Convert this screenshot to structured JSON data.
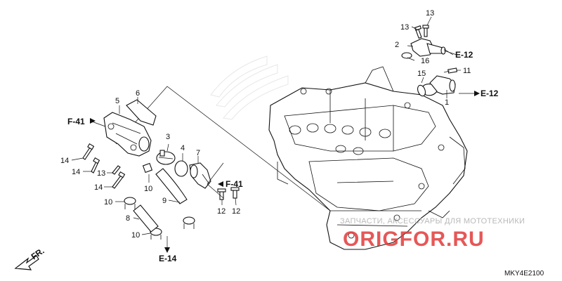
{
  "callouts": {
    "p1": "1",
    "p2": "2",
    "p3": "3",
    "p4": "4",
    "p5": "5",
    "p6": "6",
    "p7": "7",
    "p8": "8",
    "p9": "9",
    "p10a": "10",
    "p10b": "10",
    "p10c": "10",
    "p11": "11",
    "p12a": "12",
    "p12b": "12",
    "p13a": "13",
    "p13b": "13",
    "p13c": "13",
    "p14a": "14",
    "p14b": "14",
    "p14c": "14",
    "p15": "15",
    "p16": "16"
  },
  "references": {
    "e12_top": "E-12",
    "e12_mid": "E-12",
    "f41_left": "F-41",
    "f41_right": "F-41",
    "e14": "E-14",
    "front": "FR."
  },
  "watermark": {
    "tagline": "ЗАПЧАСТИ, АКСЕССУАРЫ ДЛЯ МОТОТЕХНИКИ",
    "brand": "ORIGFOR.RU"
  },
  "diagram_code": "MKY4E2100"
}
